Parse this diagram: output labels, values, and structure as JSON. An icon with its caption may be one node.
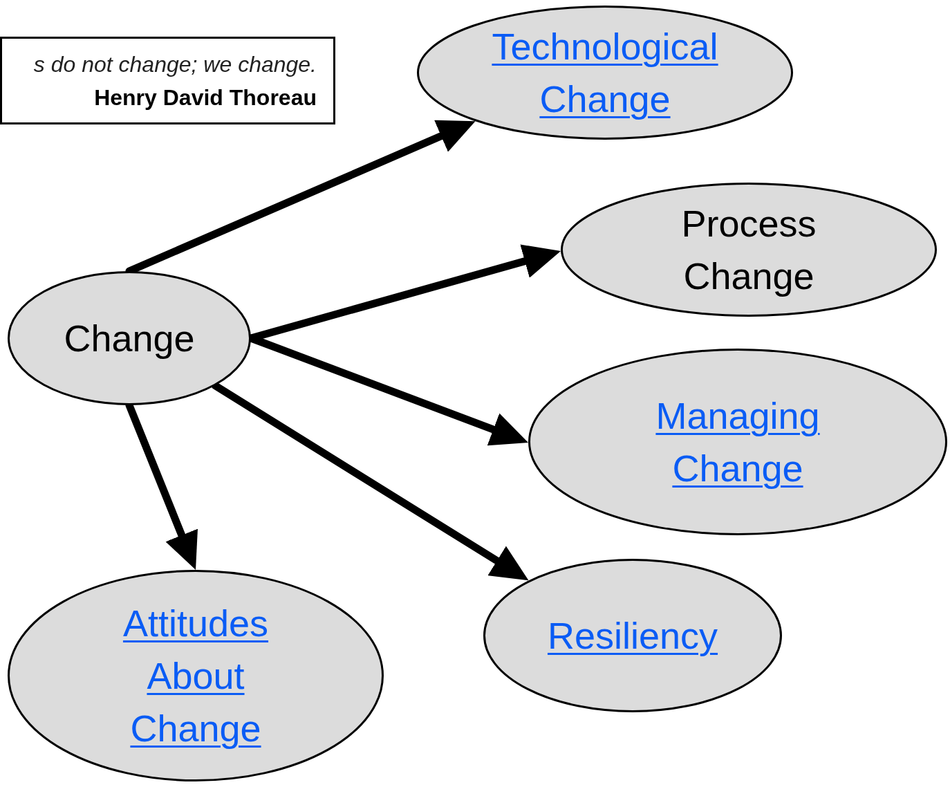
{
  "diagram": {
    "nodes": [
      {
        "text": [
          "s do not change; we change.",
          "Henry David Thoreau"
        ]
      },
      {
        "text": [
          "Technological Change"
        ]
      },
      {
        "text": [
          "Change"
        ]
      },
      {
        "text": [
          "Process Change"
        ]
      },
      {
        "text": [
          "Managing Change"
        ]
      },
      {
        "text": [
          "Attitudes About Change"
        ]
      },
      {
        "text": [
          "Resiliency"
        ]
      }
    ],
    "edges": [
      {
        "from": 2,
        "to": 1,
        "arrow": "to"
      },
      {
        "from": 2,
        "to": 3,
        "arrow": "to"
      },
      {
        "from": 2,
        "to": 4,
        "arrow": "to"
      },
      {
        "from": 2,
        "to": 6,
        "arrow": "to"
      },
      {
        "from": 2,
        "to": 5,
        "arrow": "to"
      }
    ]
  }
}
